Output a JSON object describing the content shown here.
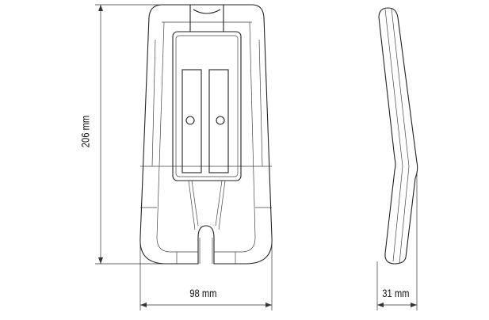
{
  "dimensions": {
    "height": "206 mm",
    "width": "98 mm",
    "depth": "31 mm"
  }
}
